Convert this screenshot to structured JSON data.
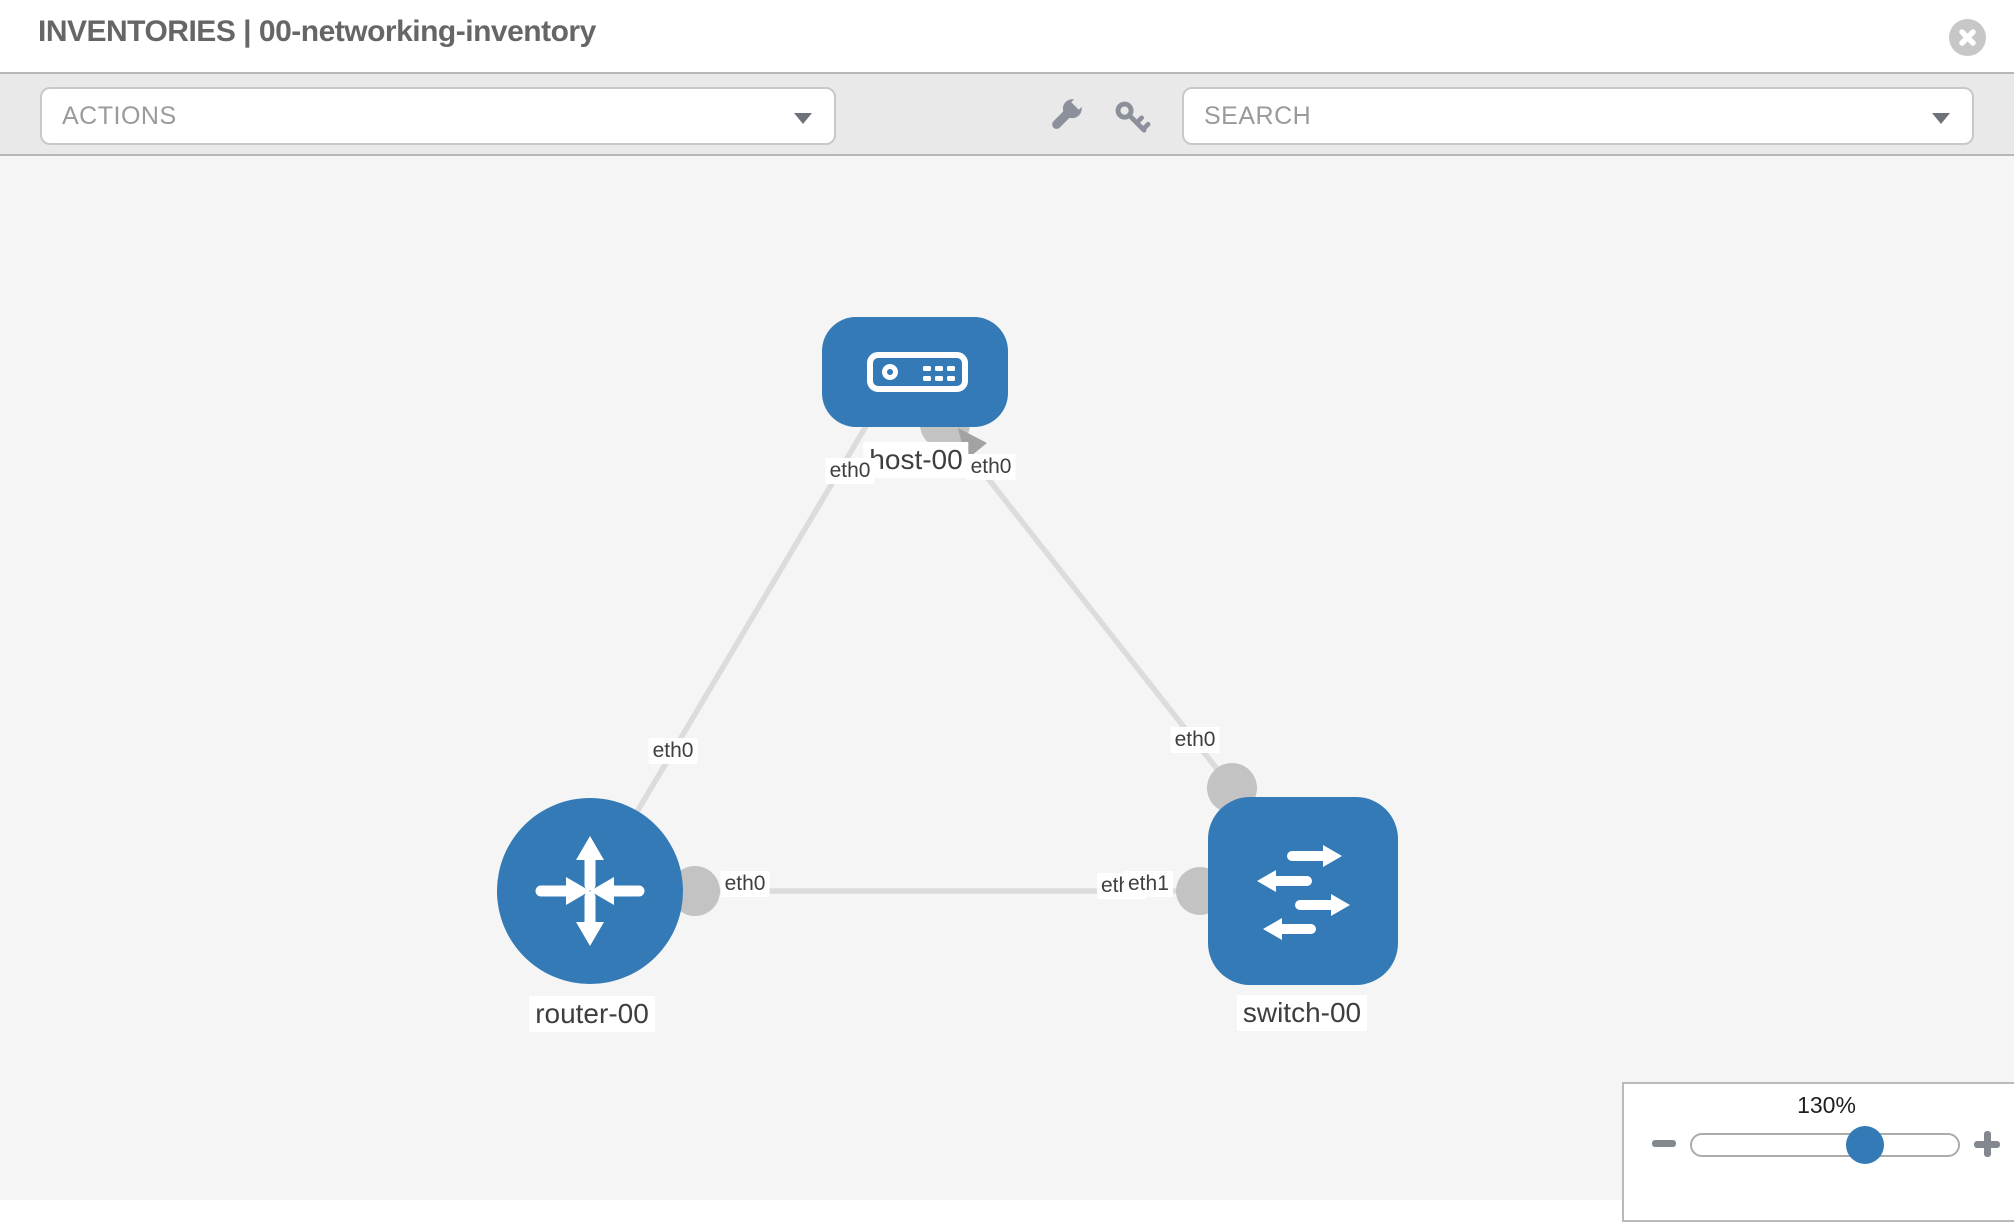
{
  "header": {
    "title": "INVENTORIES | 00-networking-inventory"
  },
  "toolbar": {
    "actions_label": "ACTIONS",
    "search_label": "SEARCH"
  },
  "topology": {
    "nodes": [
      {
        "id": "host-00",
        "type": "host",
        "label": "host-00"
      },
      {
        "id": "router-00",
        "type": "router",
        "label": "router-00"
      },
      {
        "id": "switch-00",
        "type": "switch",
        "label": "switch-00"
      }
    ],
    "links": [
      {
        "from": "router-00",
        "from_interface": "eth0",
        "to": "host-00",
        "to_interface": "eth0"
      },
      {
        "from": "switch-00",
        "from_interface": "eth0",
        "to": "host-00",
        "to_interface": "eth0"
      },
      {
        "from": "router-00",
        "from_interface": "eth0",
        "to": "switch-00",
        "to_interface": "eth1"
      }
    ],
    "interface_labels": {
      "host_left": "eth0",
      "host_right": "eth0",
      "router_top": "eth0",
      "router_right": "eth0",
      "switch_top": "eth0",
      "switch_left_under": "eth0",
      "switch_left_over": "eth1"
    }
  },
  "zoom_control": {
    "value": "130%"
  },
  "colors": {
    "node_blue": "#337ab7",
    "link_gray": "#dcdcdc",
    "port_gray": "#c3c3c3",
    "arrow_gray": "#a2a2a2",
    "canvas_bg": "#f5f5f5"
  }
}
